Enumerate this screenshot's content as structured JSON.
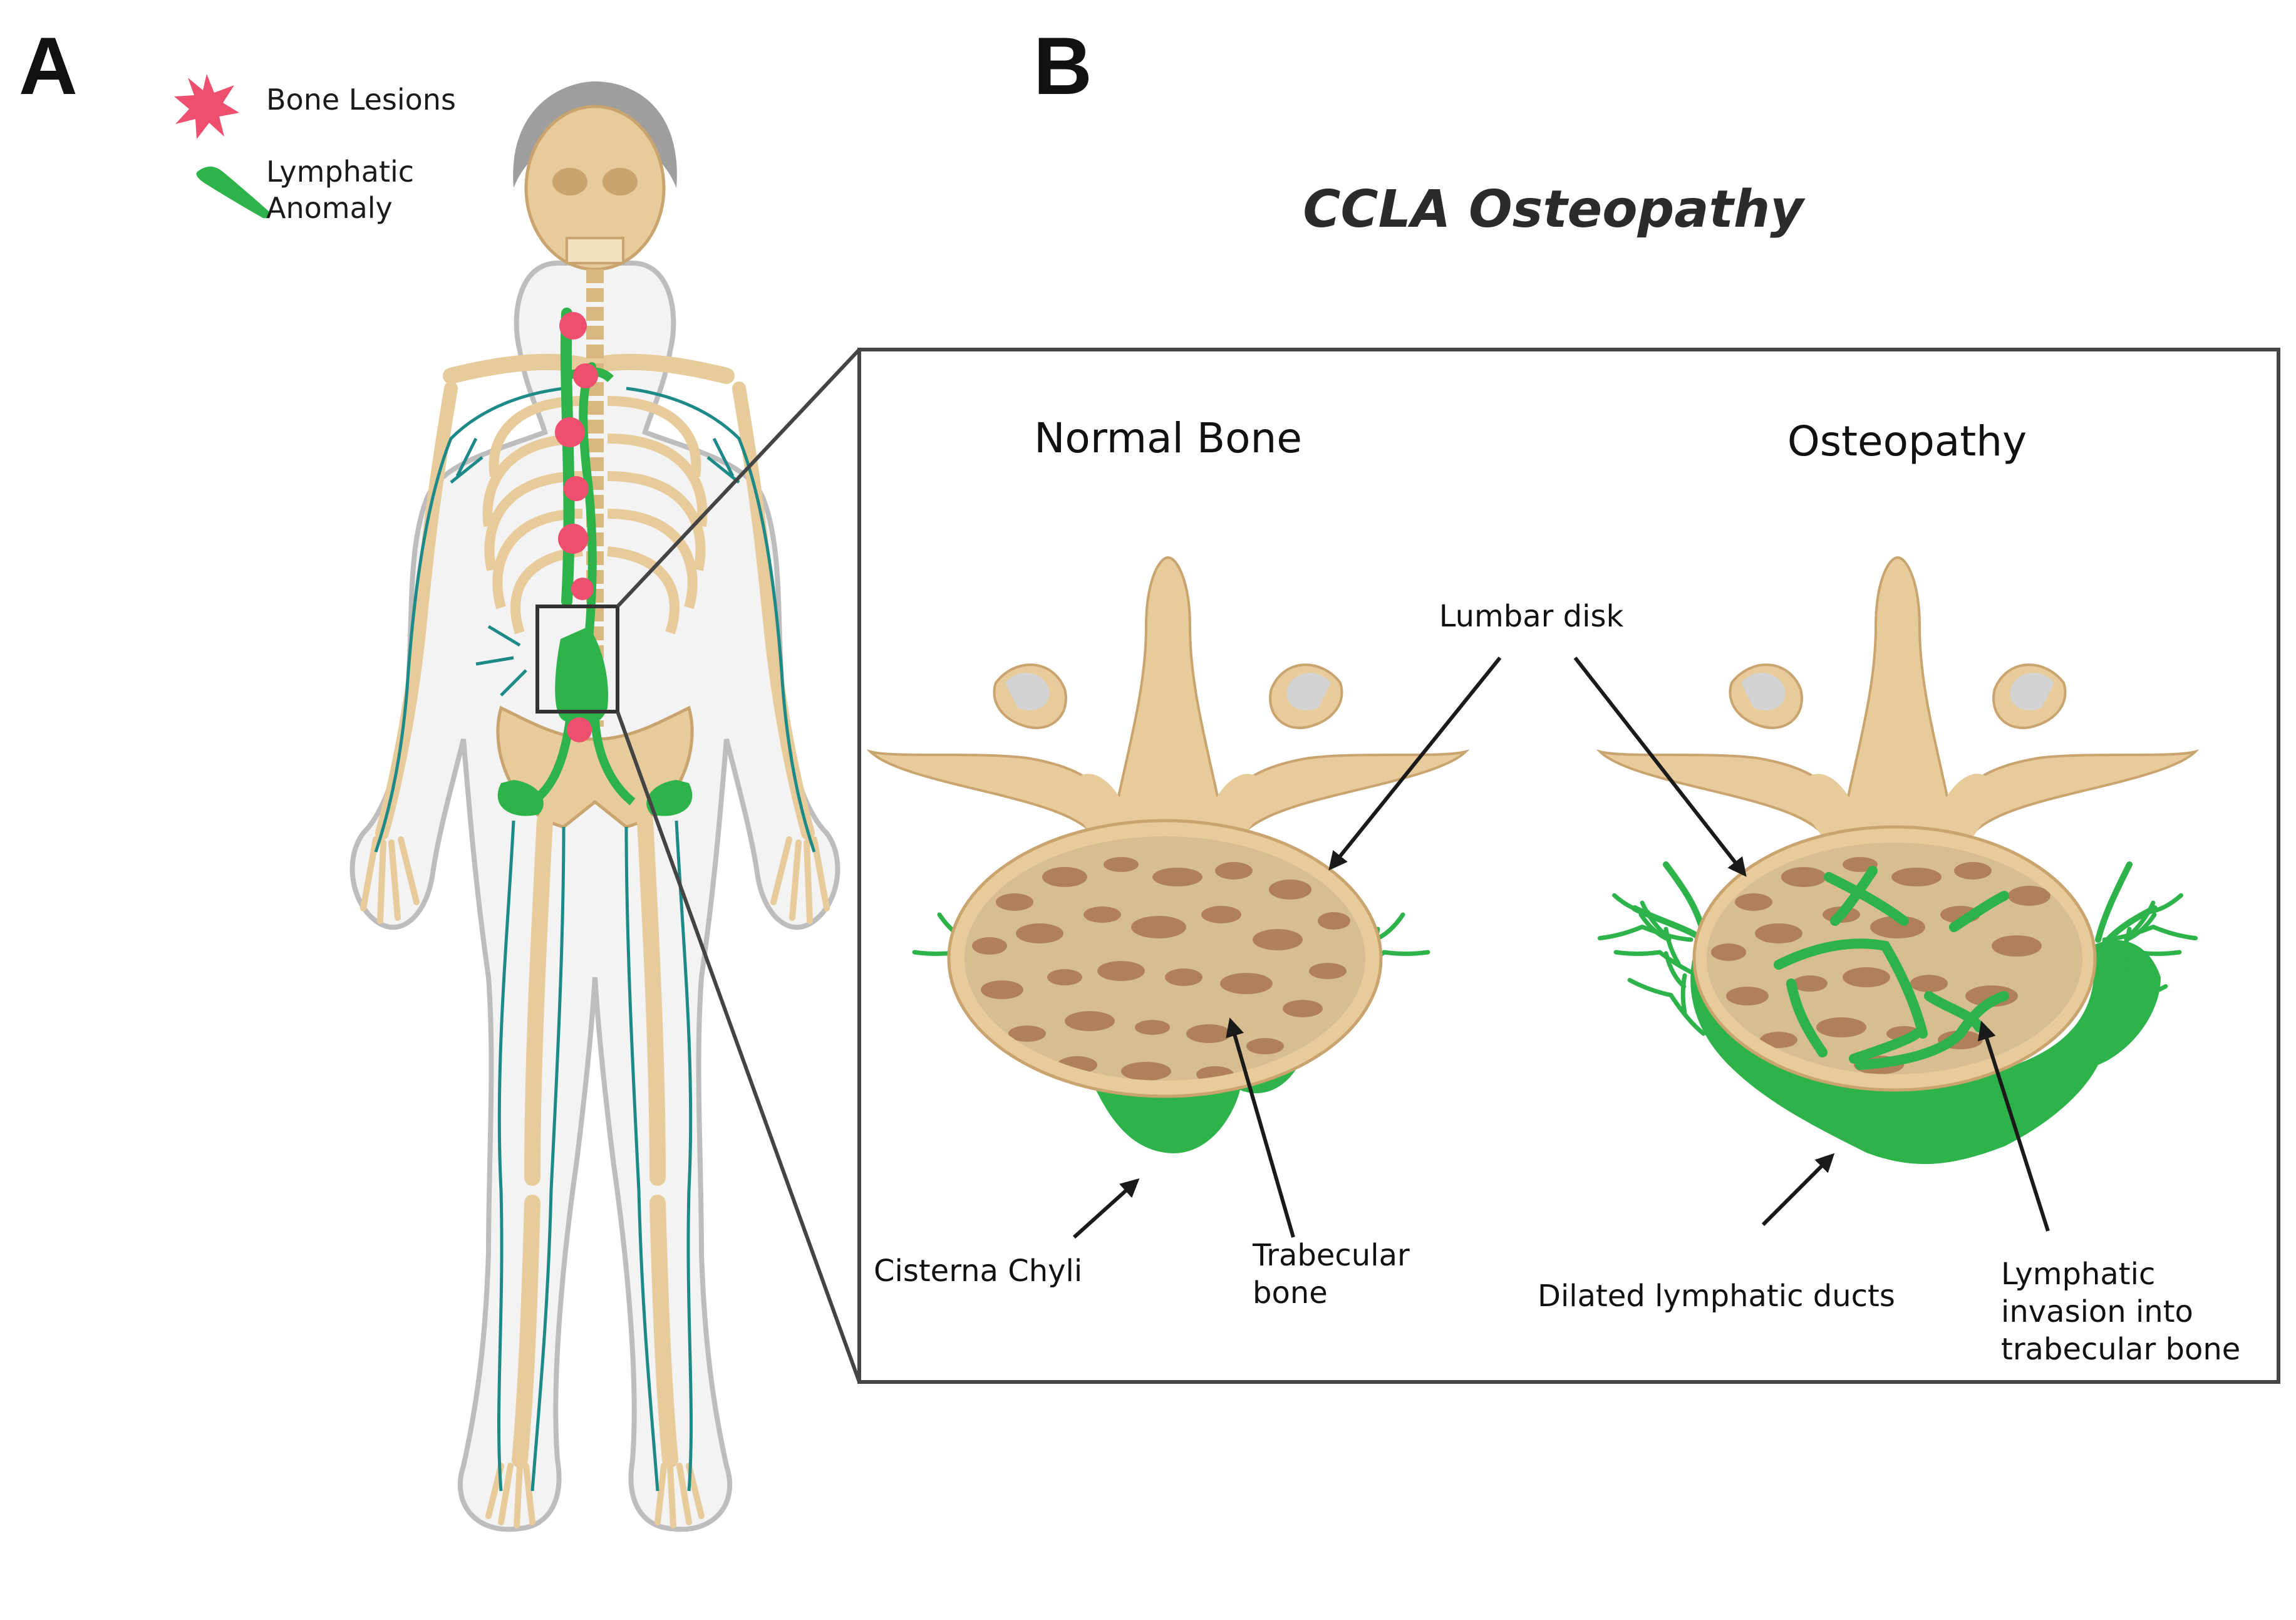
{
  "panels": {
    "a_letter": "A",
    "b_letter": "B"
  },
  "legend": {
    "bone_lesions": "Bone Lesions",
    "lymphatic_line1": "Lymphatic",
    "lymphatic_line2": "Anomaly"
  },
  "title": "CCLA Osteopathy",
  "inset": {
    "normal_heading": "Normal Bone",
    "osteopathy_heading": "Osteopathy",
    "labels": {
      "lumbar_disk": "Lumbar disk",
      "cisterna_chyli": "Cisterna Chyli",
      "trabecular_line1": "Trabecular",
      "trabecular_line2": "bone",
      "dilated_ducts": "Dilated lymphatic ducts",
      "invasion_line1": "Lymphatic",
      "invasion_line2": "invasion into",
      "invasion_line3": "trabecular bone"
    }
  },
  "colors": {
    "bone": "#e8cb9a",
    "bone_edge": "#c9a46e",
    "lymph_green": "#2db34a",
    "vessel_teal": "#1d8a87",
    "lesion_pink": "#ef4f6f",
    "trabecular_brown": "#b08158",
    "body_outline": "#bdbdbd",
    "inset_border": "#444444"
  },
  "icons": [
    "lesion-icon",
    "lymphatic-anomaly-icon"
  ]
}
